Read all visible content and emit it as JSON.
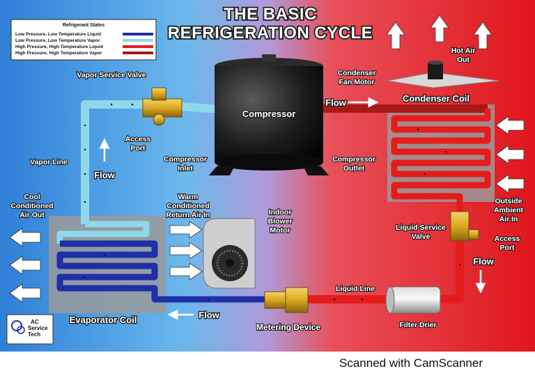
{
  "title": {
    "line1": "THE BASIC",
    "line2": "REFRIGERATION CYCLE"
  },
  "legend": {
    "title": "Refrigerant States",
    "items": [
      {
        "label": "Low Pressure, Low Temperature Liquid",
        "color": "#1f2fa8"
      },
      {
        "label": "Low Pressure, Low Temperature Vapor",
        "color": "#8fd8ec"
      },
      {
        "label": "High Pressure, High Temperature Liquid",
        "color": "#e51c1c"
      },
      {
        "label": "High Pressure, High Temperature Vapor",
        "color": "#a81818"
      }
    ]
  },
  "components": {
    "compressor": "Compressor",
    "condenser_coil": "Condenser Coil",
    "evaporator_coil": "Evaporator Coil",
    "metering_device": "Metering Device",
    "filter_drier": "Filter Drier",
    "condenser_fan_motor": [
      "Condenser",
      "Fan Motor"
    ],
    "indoor_blower_motor": [
      "Indoor",
      "Blower",
      "Motor"
    ],
    "vapor_service_valve": "Vapor Service Valve",
    "liquid_service_valve": [
      "Liquid Service",
      "Valve"
    ]
  },
  "labels": {
    "access_port_left": [
      "Access",
      "Port"
    ],
    "access_port_right": [
      "Access",
      "Port"
    ],
    "compressor_inlet": [
      "Compressor",
      "Inlet"
    ],
    "compressor_outlet": [
      "Compressor",
      "Outlet"
    ],
    "vapor_line": "Vapor Line",
    "liquid_line": "Liquid Line",
    "hot_air_out": [
      "Hot Air",
      "Out"
    ],
    "outside_ambient_air_in": [
      "Outside",
      "Ambient",
      "Air In"
    ],
    "cool_air_out": [
      "Cool",
      "Conditioned",
      "Air Out"
    ],
    "warm_return_air_in": [
      "Warm",
      "Conditioned",
      "Return Air In"
    ],
    "flow": "Flow"
  },
  "logo": {
    "text": [
      "AC",
      "Service",
      "Tech"
    ]
  },
  "footer": "Scanned with CamScanner",
  "colors": {
    "cold_bg": "#3a8fe0",
    "hot_bg": "#e8262a",
    "low_liquid": "#1f2fa8",
    "low_vapor": "#8fd8ec",
    "high_liquid": "#e51c1c",
    "high_vapor": "#a81818",
    "brass": "#d9a81e"
  }
}
